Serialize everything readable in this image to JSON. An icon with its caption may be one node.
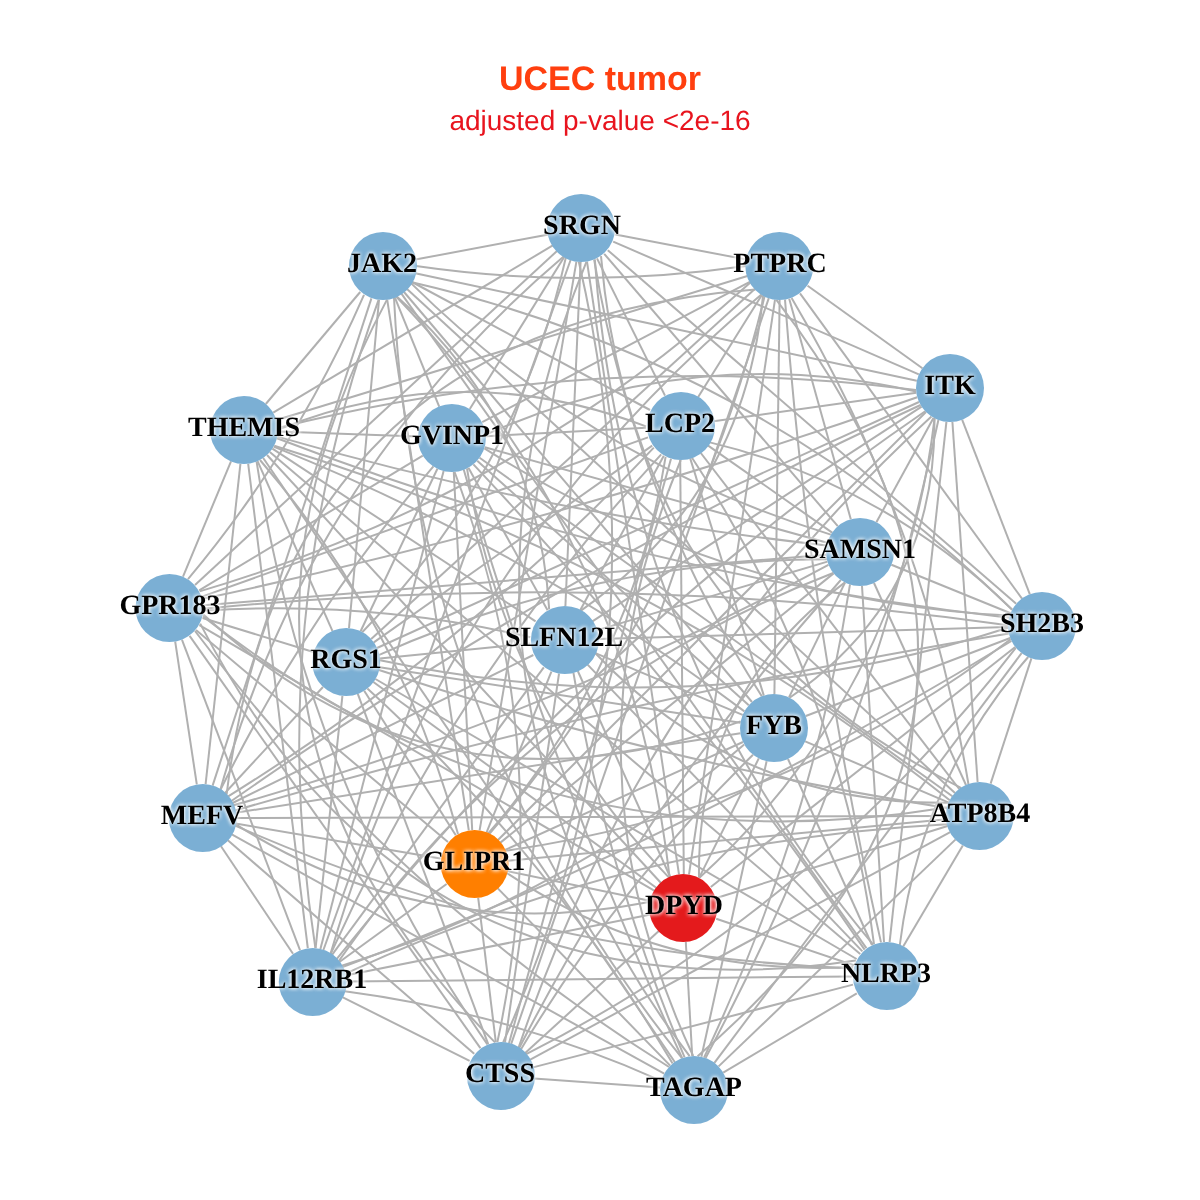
{
  "diagram": {
    "title": "UCEC tumor",
    "labels": [
      "adjusted p-value <2e-16"
    ],
    "nodes": [
      {
        "text": [
          "SRGN"
        ]
      },
      {
        "text": [
          "JAK2"
        ]
      },
      {
        "text": [
          "PTPRC"
        ]
      },
      {
        "text": [
          "ITK"
        ]
      },
      {
        "text": [
          "THEMIS"
        ]
      },
      {
        "text": [
          "GVINP1"
        ]
      },
      {
        "text": [
          "LCP2"
        ]
      },
      {
        "text": [
          "SAMSN1"
        ]
      },
      {
        "text": [
          "GPR183"
        ]
      },
      {
        "text": [
          "RGS1"
        ]
      },
      {
        "text": [
          "SLFN12L"
        ]
      },
      {
        "text": [
          "SH2B3"
        ]
      },
      {
        "text": [
          "FYB"
        ]
      },
      {
        "text": [
          "MEFV"
        ]
      },
      {
        "text": [
          "GLIPR1"
        ]
      },
      {
        "text": [
          "ATP8B4"
        ]
      },
      {
        "text": [
          "DPYD"
        ]
      },
      {
        "text": [
          "NLRP3"
        ]
      },
      {
        "text": [
          "IL12RB1"
        ]
      },
      {
        "text": [
          "CTSS"
        ]
      },
      {
        "text": [
          "TAGAP"
        ]
      }
    ],
    "edges": [
      {
        "from": 0,
        "to": 1,
        "arrow": "none"
      },
      {
        "from": 0,
        "to": 2,
        "arrow": "none"
      },
      {
        "from": 0,
        "to": 3,
        "arrow": "none"
      },
      {
        "from": 0,
        "to": 4,
        "arrow": "none"
      },
      {
        "from": 0,
        "to": 5,
        "arrow": "none"
      },
      {
        "from": 0,
        "to": 6,
        "arrow": "none"
      },
      {
        "from": 0,
        "to": 7,
        "arrow": "none"
      },
      {
        "from": 0,
        "to": 8,
        "arrow": "none"
      },
      {
        "from": 0,
        "to": 9,
        "arrow": "none"
      },
      {
        "from": 0,
        "to": 10,
        "arrow": "none"
      },
      {
        "from": 0,
        "to": 11,
        "arrow": "none"
      },
      {
        "from": 0,
        "to": 12,
        "arrow": "none"
      },
      {
        "from": 0,
        "to": 13,
        "arrow": "none"
      },
      {
        "from": 0,
        "to": 14,
        "arrow": "none"
      },
      {
        "from": 0,
        "to": 15,
        "arrow": "none"
      },
      {
        "from": 0,
        "to": 16,
        "arrow": "none"
      },
      {
        "from": 0,
        "to": 17,
        "arrow": "none"
      },
      {
        "from": 0,
        "to": 18,
        "arrow": "none"
      },
      {
        "from": 0,
        "to": 19,
        "arrow": "none"
      },
      {
        "from": 0,
        "to": 20,
        "arrow": "none"
      },
      {
        "from": 1,
        "to": 2,
        "arrow": "none"
      },
      {
        "from": 1,
        "to": 3,
        "arrow": "none"
      },
      {
        "from": 1,
        "to": 4,
        "arrow": "none"
      },
      {
        "from": 1,
        "to": 5,
        "arrow": "none"
      },
      {
        "from": 1,
        "to": 6,
        "arrow": "none"
      },
      {
        "from": 1,
        "to": 7,
        "arrow": "none"
      },
      {
        "from": 1,
        "to": 8,
        "arrow": "none"
      },
      {
        "from": 1,
        "to": 9,
        "arrow": "none"
      },
      {
        "from": 1,
        "to": 10,
        "arrow": "none"
      },
      {
        "from": 1,
        "to": 11,
        "arrow": "none"
      },
      {
        "from": 1,
        "to": 12,
        "arrow": "none"
      },
      {
        "from": 1,
        "to": 13,
        "arrow": "none"
      },
      {
        "from": 1,
        "to": 14,
        "arrow": "none"
      },
      {
        "from": 1,
        "to": 15,
        "arrow": "none"
      },
      {
        "from": 1,
        "to": 16,
        "arrow": "none"
      },
      {
        "from": 1,
        "to": 17,
        "arrow": "none"
      },
      {
        "from": 1,
        "to": 18,
        "arrow": "none"
      },
      {
        "from": 1,
        "to": 19,
        "arrow": "none"
      },
      {
        "from": 1,
        "to": 20,
        "arrow": "none"
      },
      {
        "from": 2,
        "to": 3,
        "arrow": "none"
      },
      {
        "from": 2,
        "to": 4,
        "arrow": "none"
      },
      {
        "from": 2,
        "to": 5,
        "arrow": "none"
      },
      {
        "from": 2,
        "to": 6,
        "arrow": "none"
      },
      {
        "from": 2,
        "to": 7,
        "arrow": "none"
      },
      {
        "from": 2,
        "to": 8,
        "arrow": "none"
      },
      {
        "from": 2,
        "to": 9,
        "arrow": "none"
      },
      {
        "from": 2,
        "to": 10,
        "arrow": "none"
      },
      {
        "from": 2,
        "to": 11,
        "arrow": "none"
      },
      {
        "from": 2,
        "to": 12,
        "arrow": "none"
      },
      {
        "from": 2,
        "to": 13,
        "arrow": "none"
      },
      {
        "from": 2,
        "to": 14,
        "arrow": "none"
      },
      {
        "from": 2,
        "to": 15,
        "arrow": "none"
      },
      {
        "from": 2,
        "to": 16,
        "arrow": "none"
      },
      {
        "from": 2,
        "to": 17,
        "arrow": "none"
      },
      {
        "from": 2,
        "to": 18,
        "arrow": "none"
      },
      {
        "from": 2,
        "to": 19,
        "arrow": "none"
      },
      {
        "from": 2,
        "to": 20,
        "arrow": "none"
      },
      {
        "from": 3,
        "to": 4,
        "arrow": "none"
      },
      {
        "from": 3,
        "to": 5,
        "arrow": "none"
      },
      {
        "from": 3,
        "to": 6,
        "arrow": "none"
      },
      {
        "from": 3,
        "to": 7,
        "arrow": "none"
      },
      {
        "from": 3,
        "to": 8,
        "arrow": "none"
      },
      {
        "from": 3,
        "to": 9,
        "arrow": "none"
      },
      {
        "from": 3,
        "to": 10,
        "arrow": "none"
      },
      {
        "from": 3,
        "to": 11,
        "arrow": "none"
      },
      {
        "from": 3,
        "to": 12,
        "arrow": "none"
      },
      {
        "from": 3,
        "to": 13,
        "arrow": "none"
      },
      {
        "from": 3,
        "to": 14,
        "arrow": "none"
      },
      {
        "from": 3,
        "to": 15,
        "arrow": "none"
      },
      {
        "from": 3,
        "to": 16,
        "arrow": "none"
      },
      {
        "from": 3,
        "to": 17,
        "arrow": "none"
      },
      {
        "from": 3,
        "to": 18,
        "arrow": "none"
      },
      {
        "from": 3,
        "to": 19,
        "arrow": "none"
      },
      {
        "from": 3,
        "to": 20,
        "arrow": "none"
      },
      {
        "from": 4,
        "to": 5,
        "arrow": "none"
      },
      {
        "from": 4,
        "to": 6,
        "arrow": "none"
      },
      {
        "from": 4,
        "to": 7,
        "arrow": "none"
      },
      {
        "from": 4,
        "to": 8,
        "arrow": "none"
      },
      {
        "from": 4,
        "to": 9,
        "arrow": "none"
      },
      {
        "from": 4,
        "to": 10,
        "arrow": "none"
      },
      {
        "from": 4,
        "to": 11,
        "arrow": "none"
      },
      {
        "from": 4,
        "to": 12,
        "arrow": "none"
      },
      {
        "from": 4,
        "to": 13,
        "arrow": "none"
      },
      {
        "from": 4,
        "to": 14,
        "arrow": "none"
      },
      {
        "from": 4,
        "to": 15,
        "arrow": "none"
      },
      {
        "from": 4,
        "to": 16,
        "arrow": "none"
      },
      {
        "from": 4,
        "to": 17,
        "arrow": "none"
      },
      {
        "from": 4,
        "to": 18,
        "arrow": "none"
      },
      {
        "from": 4,
        "to": 19,
        "arrow": "none"
      },
      {
        "from": 4,
        "to": 20,
        "arrow": "none"
      },
      {
        "from": 5,
        "to": 6,
        "arrow": "none"
      },
      {
        "from": 5,
        "to": 7,
        "arrow": "none"
      },
      {
        "from": 5,
        "to": 8,
        "arrow": "none"
      },
      {
        "from": 5,
        "to": 9,
        "arrow": "none"
      },
      {
        "from": 5,
        "to": 10,
        "arrow": "none"
      },
      {
        "from": 5,
        "to": 11,
        "arrow": "none"
      },
      {
        "from": 5,
        "to": 12,
        "arrow": "none"
      },
      {
        "from": 5,
        "to": 13,
        "arrow": "none"
      },
      {
        "from": 5,
        "to": 14,
        "arrow": "none"
      },
      {
        "from": 5,
        "to": 15,
        "arrow": "none"
      },
      {
        "from": 5,
        "to": 16,
        "arrow": "none"
      },
      {
        "from": 5,
        "to": 17,
        "arrow": "none"
      },
      {
        "from": 5,
        "to": 18,
        "arrow": "none"
      },
      {
        "from": 5,
        "to": 19,
        "arrow": "none"
      },
      {
        "from": 5,
        "to": 20,
        "arrow": "none"
      },
      {
        "from": 6,
        "to": 7,
        "arrow": "none"
      },
      {
        "from": 6,
        "to": 8,
        "arrow": "none"
      },
      {
        "from": 6,
        "to": 9,
        "arrow": "none"
      },
      {
        "from": 6,
        "to": 10,
        "arrow": "none"
      },
      {
        "from": 6,
        "to": 11,
        "arrow": "none"
      },
      {
        "from": 6,
        "to": 12,
        "arrow": "none"
      },
      {
        "from": 6,
        "to": 13,
        "arrow": "none"
      },
      {
        "from": 6,
        "to": 14,
        "arrow": "none"
      },
      {
        "from": 6,
        "to": 15,
        "arrow": "none"
      },
      {
        "from": 6,
        "to": 16,
        "arrow": "none"
      },
      {
        "from": 6,
        "to": 17,
        "arrow": "none"
      },
      {
        "from": 6,
        "to": 18,
        "arrow": "none"
      },
      {
        "from": 6,
        "to": 19,
        "arrow": "none"
      },
      {
        "from": 6,
        "to": 20,
        "arrow": "none"
      },
      {
        "from": 7,
        "to": 8,
        "arrow": "none"
      },
      {
        "from": 7,
        "to": 9,
        "arrow": "none"
      },
      {
        "from": 7,
        "to": 10,
        "arrow": "none"
      },
      {
        "from": 7,
        "to": 11,
        "arrow": "none"
      },
      {
        "from": 7,
        "to": 12,
        "arrow": "none"
      },
      {
        "from": 7,
        "to": 13,
        "arrow": "none"
      },
      {
        "from": 7,
        "to": 14,
        "arrow": "none"
      },
      {
        "from": 7,
        "to": 15,
        "arrow": "none"
      },
      {
        "from": 7,
        "to": 16,
        "arrow": "none"
      },
      {
        "from": 7,
        "to": 17,
        "arrow": "none"
      },
      {
        "from": 7,
        "to": 18,
        "arrow": "none"
      },
      {
        "from": 7,
        "to": 19,
        "arrow": "none"
      },
      {
        "from": 7,
        "to": 20,
        "arrow": "none"
      },
      {
        "from": 8,
        "to": 9,
        "arrow": "none"
      },
      {
        "from": 8,
        "to": 10,
        "arrow": "none"
      },
      {
        "from": 8,
        "to": 11,
        "arrow": "none"
      },
      {
        "from": 8,
        "to": 12,
        "arrow": "none"
      },
      {
        "from": 8,
        "to": 13,
        "arrow": "none"
      },
      {
        "from": 8,
        "to": 14,
        "arrow": "none"
      },
      {
        "from": 8,
        "to": 15,
        "arrow": "none"
      },
      {
        "from": 8,
        "to": 16,
        "arrow": "none"
      },
      {
        "from": 8,
        "to": 17,
        "arrow": "none"
      },
      {
        "from": 8,
        "to": 18,
        "arrow": "none"
      },
      {
        "from": 8,
        "to": 19,
        "arrow": "none"
      },
      {
        "from": 8,
        "to": 20,
        "arrow": "none"
      },
      {
        "from": 9,
        "to": 10,
        "arrow": "none"
      },
      {
        "from": 9,
        "to": 11,
        "arrow": "none"
      },
      {
        "from": 9,
        "to": 12,
        "arrow": "none"
      },
      {
        "from": 9,
        "to": 13,
        "arrow": "none"
      },
      {
        "from": 9,
        "to": 14,
        "arrow": "none"
      },
      {
        "from": 9,
        "to": 15,
        "arrow": "none"
      },
      {
        "from": 9,
        "to": 16,
        "arrow": "none"
      },
      {
        "from": 9,
        "to": 17,
        "arrow": "none"
      },
      {
        "from": 9,
        "to": 18,
        "arrow": "none"
      },
      {
        "from": 9,
        "to": 19,
        "arrow": "none"
      },
      {
        "from": 9,
        "to": 20,
        "arrow": "none"
      },
      {
        "from": 10,
        "to": 11,
        "arrow": "none"
      },
      {
        "from": 10,
        "to": 12,
        "arrow": "none"
      },
      {
        "from": 10,
        "to": 13,
        "arrow": "none"
      },
      {
        "from": 10,
        "to": 14,
        "arrow": "none"
      },
      {
        "from": 10,
        "to": 15,
        "arrow": "none"
      },
      {
        "from": 10,
        "to": 16,
        "arrow": "none"
      },
      {
        "from": 10,
        "to": 17,
        "arrow": "none"
      },
      {
        "from": 10,
        "to": 18,
        "arrow": "none"
      },
      {
        "from": 10,
        "to": 19,
        "arrow": "none"
      },
      {
        "from": 10,
        "to": 20,
        "arrow": "none"
      },
      {
        "from": 11,
        "to": 12,
        "arrow": "none"
      },
      {
        "from": 11,
        "to": 13,
        "arrow": "none"
      },
      {
        "from": 11,
        "to": 14,
        "arrow": "none"
      },
      {
        "from": 11,
        "to": 15,
        "arrow": "none"
      },
      {
        "from": 11,
        "to": 16,
        "arrow": "none"
      },
      {
        "from": 11,
        "to": 17,
        "arrow": "none"
      },
      {
        "from": 11,
        "to": 18,
        "arrow": "none"
      },
      {
        "from": 11,
        "to": 19,
        "arrow": "none"
      },
      {
        "from": 11,
        "to": 20,
        "arrow": "none"
      },
      {
        "from": 12,
        "to": 13,
        "arrow": "none"
      },
      {
        "from": 12,
        "to": 14,
        "arrow": "none"
      },
      {
        "from": 12,
        "to": 15,
        "arrow": "none"
      },
      {
        "from": 12,
        "to": 16,
        "arrow": "none"
      },
      {
        "from": 12,
        "to": 17,
        "arrow": "none"
      },
      {
        "from": 12,
        "to": 18,
        "arrow": "none"
      },
      {
        "from": 12,
        "to": 19,
        "arrow": "none"
      },
      {
        "from": 12,
        "to": 20,
        "arrow": "none"
      },
      {
        "from": 13,
        "to": 14,
        "arrow": "none"
      },
      {
        "from": 13,
        "to": 15,
        "arrow": "none"
      },
      {
        "from": 13,
        "to": 16,
        "arrow": "none"
      },
      {
        "from": 13,
        "to": 17,
        "arrow": "none"
      },
      {
        "from": 13,
        "to": 18,
        "arrow": "none"
      },
      {
        "from": 13,
        "to": 19,
        "arrow": "none"
      },
      {
        "from": 13,
        "to": 20,
        "arrow": "none"
      },
      {
        "from": 14,
        "to": 15,
        "arrow": "none"
      },
      {
        "from": 14,
        "to": 16,
        "arrow": "none"
      },
      {
        "from": 14,
        "to": 17,
        "arrow": "none"
      },
      {
        "from": 14,
        "to": 18,
        "arrow": "none"
      },
      {
        "from": 14,
        "to": 19,
        "arrow": "none"
      },
      {
        "from": 14,
        "to": 20,
        "arrow": "none"
      },
      {
        "from": 15,
        "to": 16,
        "arrow": "none"
      },
      {
        "from": 15,
        "to": 17,
        "arrow": "none"
      },
      {
        "from": 15,
        "to": 18,
        "arrow": "none"
      },
      {
        "from": 15,
        "to": 19,
        "arrow": "none"
      },
      {
        "from": 15,
        "to": 20,
        "arrow": "none"
      },
      {
        "from": 16,
        "to": 17,
        "arrow": "none"
      },
      {
        "from": 16,
        "to": 18,
        "arrow": "none"
      },
      {
        "from": 16,
        "to": 19,
        "arrow": "none"
      },
      {
        "from": 16,
        "to": 20,
        "arrow": "none"
      },
      {
        "from": 17,
        "to": 18,
        "arrow": "none"
      },
      {
        "from": 17,
        "to": 19,
        "arrow": "none"
      },
      {
        "from": 17,
        "to": 20,
        "arrow": "none"
      },
      {
        "from": 18,
        "to": 19,
        "arrow": "none"
      },
      {
        "from": 18,
        "to": 20,
        "arrow": "none"
      },
      {
        "from": 19,
        "to": 20,
        "arrow": "none"
      }
    ]
  }
}
